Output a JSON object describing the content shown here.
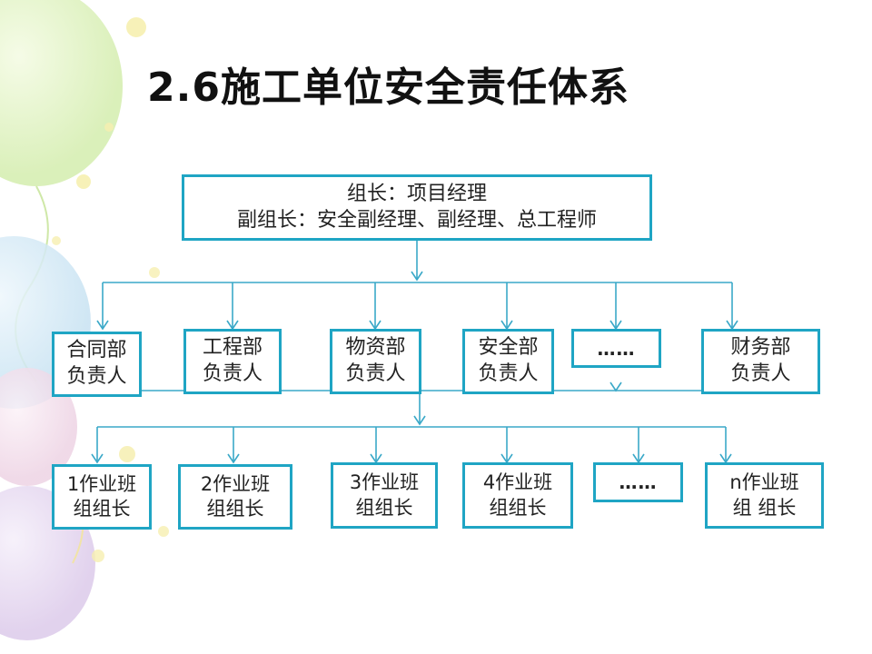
{
  "title": "2.6施工单位安全责任体系",
  "leader_box": {
    "line1": "组长：项目经理",
    "line2": "副组长：安全副经理、副经理、总工程师"
  },
  "departments": [
    {
      "line1": "合同部",
      "line2": "负责人"
    },
    {
      "line1": "工程部",
      "line2": "负责人"
    },
    {
      "line1": "物资部",
      "line2": "负责人"
    },
    {
      "line1": "安全部",
      "line2": "负责人"
    },
    {
      "line1": "……"
    },
    {
      "line1": "财务部",
      "line2": "负责人"
    }
  ],
  "teams": [
    {
      "line1": "1作业班",
      "line2": "组组长"
    },
    {
      "line1": "2作业班",
      "line2": "组组长"
    },
    {
      "line1": "3作业班",
      "line2": "组组长"
    },
    {
      "line1": "4作业班",
      "line2": "组组长"
    },
    {
      "line1": "……"
    },
    {
      "line1": "n作业班",
      "line2": "组 组长"
    }
  ],
  "colors": {
    "box_border": "#1fa5c4",
    "connector": "#3aa8c8",
    "title": "#111111"
  }
}
